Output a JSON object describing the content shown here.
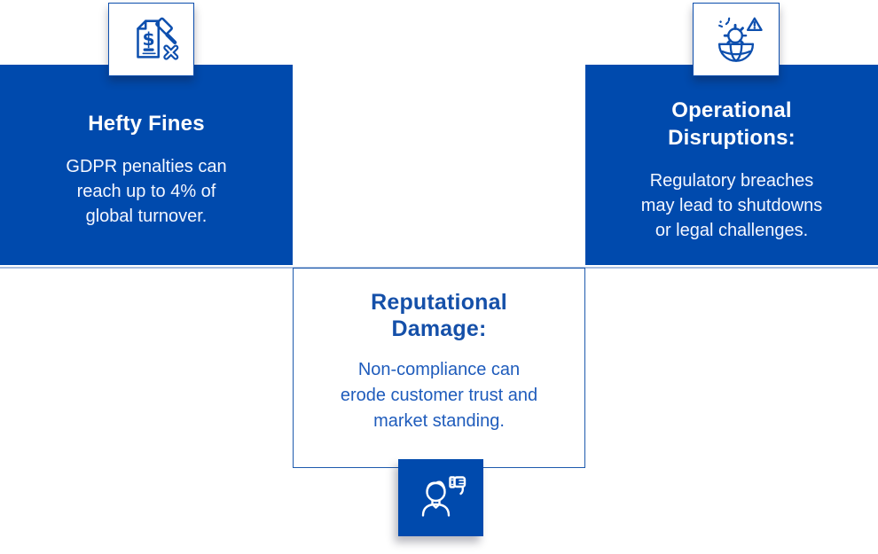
{
  "page": {
    "background": "#ffffff"
  },
  "colors": {
    "panel_blue": "#004aad",
    "icon_stroke_blue": "#0d4fae",
    "card_border_blue": "#1e5aad",
    "divider_blue": "#a9bedf",
    "card_title_blue": "#1550a9",
    "card_body_blue": "#1f5cbc",
    "panel_text_white": "#ffffff"
  },
  "cards": [
    {
      "id": "hefty-fines",
      "variant": "blue-panel",
      "icon": "fine-gavel-icon",
      "title": "Hefty Fines",
      "title_lines": [
        "Hefty Fines"
      ],
      "body": "GDPR penalties can reach up to 4% of global turnover.",
      "body_lines": [
        "GDPR penalties can",
        "reach up to 4% of",
        "global turnover."
      ]
    },
    {
      "id": "reputational-damage",
      "variant": "white-card",
      "icon": "person-thumbs-down-icon",
      "title": "Reputational Damage:",
      "title_lines": [
        "Reputational",
        "Damage:"
      ],
      "body": "Non-compliance can erode customer trust and market standing.",
      "body_lines": [
        "Non-compliance can",
        "erode customer trust and",
        "market standing."
      ]
    },
    {
      "id": "operational-disruptions",
      "variant": "blue-panel",
      "icon": "globe-gear-warning-icon",
      "title": "Operational Disruptions:",
      "title_lines": [
        "Operational",
        "Disruptions:"
      ],
      "body": "Regulatory breaches may lead to shutdowns or legal challenges.",
      "body_lines": [
        "Regulatory breaches",
        "may lead to shutdowns",
        "or legal challenges."
      ]
    }
  ]
}
